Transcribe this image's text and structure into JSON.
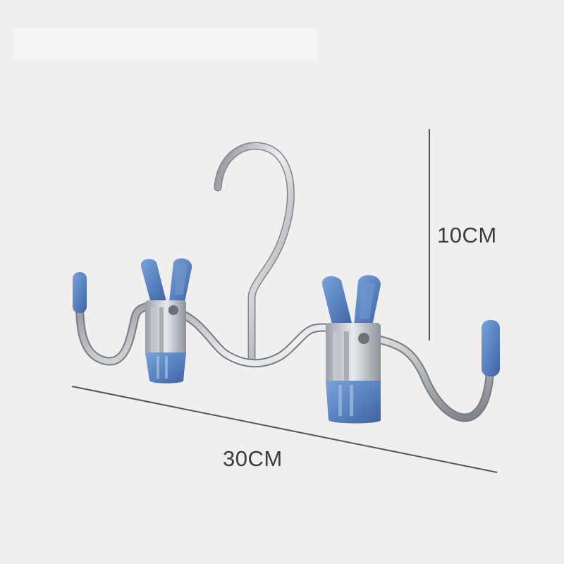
{
  "product": {
    "name_icon": "pant-hanger-with-clips",
    "metal_color": "#b9bdc3",
    "clip_color": "#5a84c0",
    "background_color": "#f1efee"
  },
  "dimensions": {
    "height_label": "10CM",
    "width_label": "30CM"
  }
}
